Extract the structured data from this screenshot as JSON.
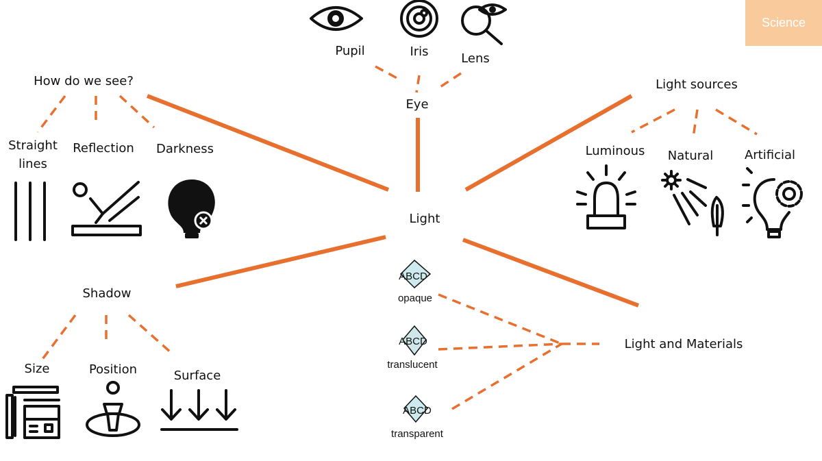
{
  "badge": "Science",
  "center": "Light",
  "eye": {
    "title": "Eye",
    "parts": [
      "Pupil",
      "Iris",
      "Lens"
    ]
  },
  "see": {
    "title": "How do we see?",
    "straight1": "Straight",
    "straight2": "lines",
    "reflection": "Reflection",
    "darkness": "Darkness"
  },
  "sources": {
    "title": "Light sources",
    "luminous": "Luminous",
    "natural": "Natural",
    "artificial": "Artificial"
  },
  "shadow": {
    "title": "Shadow",
    "size": "Size",
    "position": "Position",
    "surface": "Surface"
  },
  "materials": {
    "title": "Light and Materials",
    "opaque": "opaque",
    "translucent": "translucent",
    "transparent": "transparent",
    "sample_text": "ABCD"
  },
  "colors": {
    "accent": "#E8702F",
    "badge": "#F9CB9C",
    "diamond": "#CDEBEE"
  }
}
